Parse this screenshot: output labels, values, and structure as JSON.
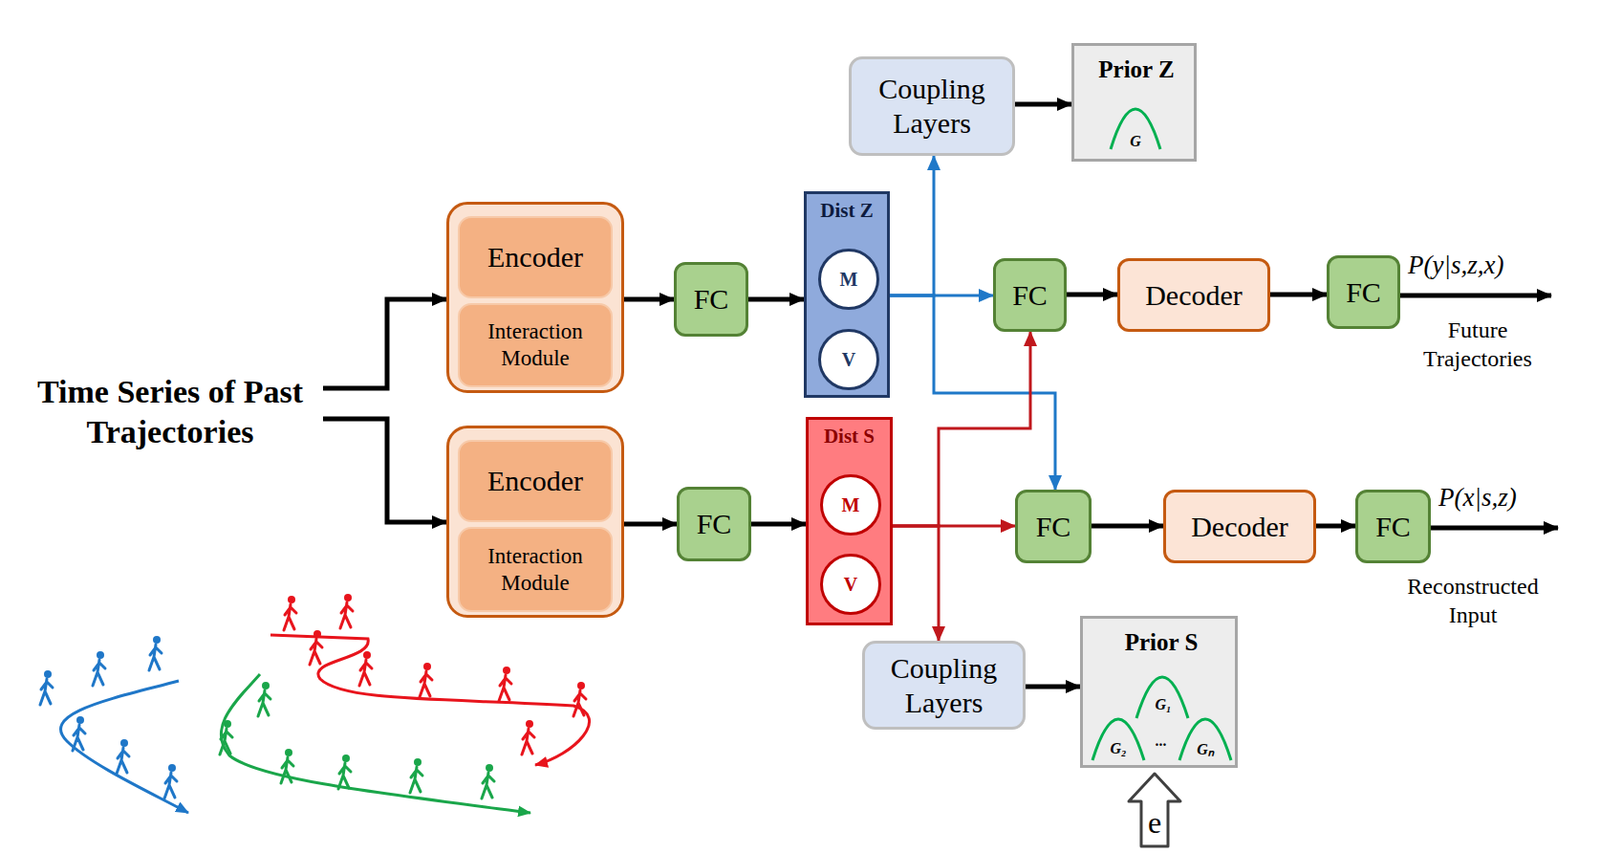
{
  "diagram": {
    "nodes": [
      {
        "text": [
          "Time Series of Past Trajectories"
        ]
      },
      {
        "text": [
          "Encoder",
          "Interaction Module"
        ]
      },
      {
        "text": [
          "FC"
        ]
      },
      {
        "text": [
          "Dist Z"
        ]
      },
      {
        "text": [
          "M"
        ],
        "in": 3
      },
      {
        "text": [
          "V"
        ],
        "in": 3
      },
      {
        "text": [
          "Encoder",
          "Interaction Module"
        ]
      },
      {
        "text": [
          "FC"
        ]
      },
      {
        "text": [
          "Dist S"
        ]
      },
      {
        "text": [
          "M"
        ],
        "in": 8
      },
      {
        "text": [
          "V"
        ],
        "in": 8
      },
      {
        "text": [
          "Coupling Layers"
        ]
      },
      {
        "text": [
          "Prior Z",
          "G"
        ]
      },
      {
        "text": [
          "FC"
        ]
      },
      {
        "text": [
          "Decoder"
        ]
      },
      {
        "text": [
          "FC"
        ]
      },
      {
        "text": [
          "FC"
        ]
      },
      {
        "text": [
          "Decoder"
        ]
      },
      {
        "text": [
          "FC"
        ]
      },
      {
        "text": [
          "Coupling Layers"
        ]
      },
      {
        "text": [
          "Prior S",
          "G₁",
          "...",
          "G₂",
          "Gₙ"
        ]
      },
      {
        "text": [
          "e"
        ]
      }
    ],
    "edges": [
      {
        "from": 0,
        "to": 1,
        "arrow": "to"
      },
      {
        "from": 0,
        "to": 6,
        "arrow": "to"
      },
      {
        "from": 1,
        "to": 2,
        "arrow": "to"
      },
      {
        "from": 2,
        "to": 3,
        "arrow": "to"
      },
      {
        "from": 6,
        "to": 7,
        "arrow": "to"
      },
      {
        "from": 7,
        "to": 8,
        "arrow": "to"
      },
      {
        "from": 3,
        "to": 13,
        "arrow": "to"
      },
      {
        "from": 3,
        "to": 11,
        "arrow": "to"
      },
      {
        "from": 3,
        "to": 16,
        "arrow": "to"
      },
      {
        "from": 8,
        "to": 16,
        "arrow": "to"
      },
      {
        "from": 8,
        "to": 13,
        "arrow": "to"
      },
      {
        "from": 8,
        "to": 19,
        "arrow": "to"
      },
      {
        "from": 13,
        "to": 14,
        "arrow": "to"
      },
      {
        "from": 14,
        "to": 15,
        "arrow": "to"
      },
      {
        "from": 16,
        "to": 17,
        "arrow": "to"
      },
      {
        "from": 17,
        "to": 18,
        "arrow": "to"
      },
      {
        "from": 11,
        "to": 12,
        "arrow": "to"
      },
      {
        "from": 19,
        "to": 20,
        "arrow": "to"
      }
    ],
    "labels": [
      "P(y|s,z,x)",
      "Future Trajectories",
      "P(x|s,z)",
      "Reconstructed Input"
    ]
  }
}
